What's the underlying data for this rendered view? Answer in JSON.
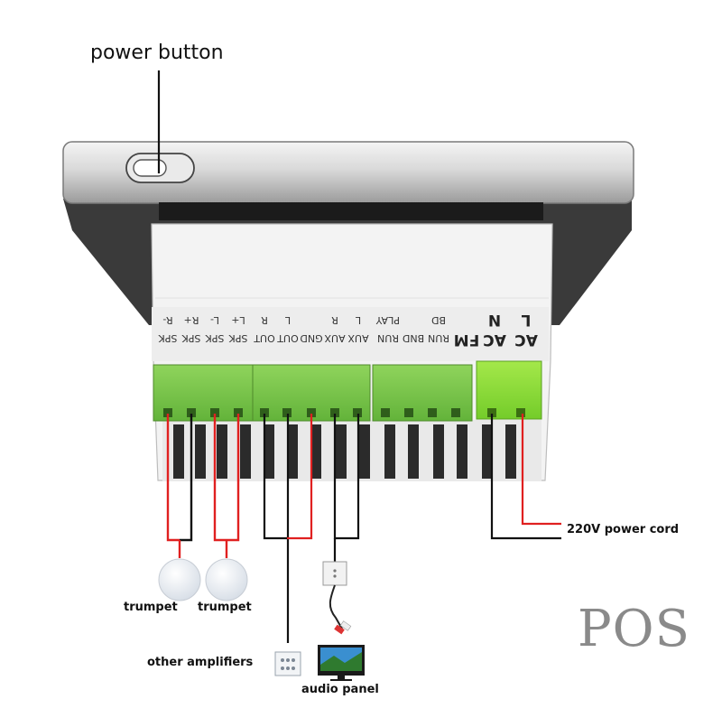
{
  "labels": {
    "power_button": "power button",
    "power_cord": "220V power cord",
    "trumpet_1": "trumpet",
    "trumpet_2": "trumpet",
    "other_amplifiers": "other amplifiers",
    "audio_panel": "audio panel",
    "watermark": "POS"
  },
  "terminals": [
    {
      "id": "spk-r-minus",
      "line1": "SPK",
      "line2": "R-"
    },
    {
      "id": "spk-r-plus",
      "line1": "SPK",
      "line2": "R+"
    },
    {
      "id": "spk-l-minus",
      "line1": "SPK",
      "line2": "L-"
    },
    {
      "id": "spk-l-plus",
      "line1": "SPK",
      "line2": "L+"
    },
    {
      "id": "out-r",
      "line1": "OUT",
      "line2": "R"
    },
    {
      "id": "out-l",
      "line1": "OUT",
      "line2": "L"
    },
    {
      "id": "gnd",
      "line1": "GND",
      "line2": ""
    },
    {
      "id": "aux-r",
      "line1": "AUX",
      "line2": "R"
    },
    {
      "id": "aux-l",
      "line1": "AUX",
      "line2": "L"
    },
    {
      "id": "run-play",
      "line1": "RUN",
      "line2": "PLAY"
    },
    {
      "id": "bnd",
      "line1": "BND",
      "line2": ""
    },
    {
      "id": "run-bd",
      "line1": "RUN",
      "line2": "BD"
    },
    {
      "id": "fm",
      "line1": "FM",
      "line2": ""
    },
    {
      "id": "ac-n",
      "line1": "AC",
      "line2": "N"
    },
    {
      "id": "ac-l",
      "line1": "AC",
      "line2": "L"
    }
  ],
  "colors": {
    "wire_red": "#e02020",
    "wire_black": "#111111",
    "connector_green": "#79c94a",
    "connector_green_bright": "#8ddc3a",
    "body": "#f2f2f2",
    "frame": "#c8c8c8"
  },
  "icons": {
    "speaker": "speaker-disc-icon",
    "amplifier": "amplifier-module-icon",
    "monitor": "monitor-icon",
    "jack": "aux-jack-icon"
  }
}
